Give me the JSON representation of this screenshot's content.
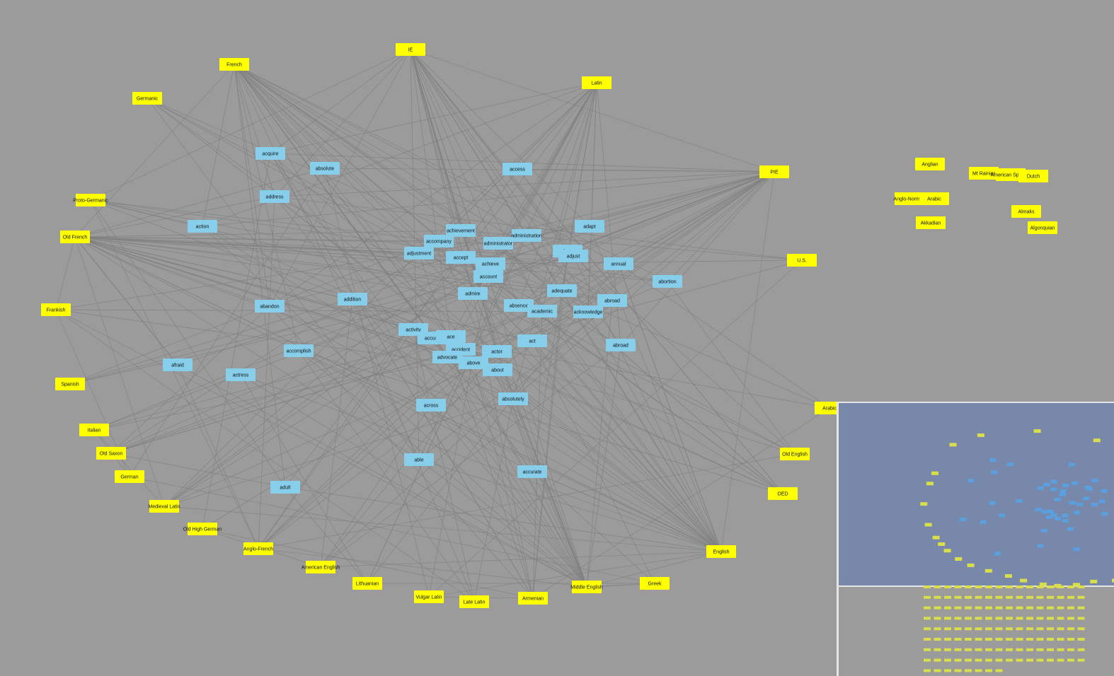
{
  "graph": {
    "colors": {
      "language_node": "#ffff00",
      "word_node": "#87ceeb",
      "edge": "#7f7f7f",
      "background": "#9b9b9b"
    },
    "languages": [
      "IE",
      "French",
      "Latin",
      "Germanic",
      "PIE",
      "Proto-Germanic",
      "Old French",
      "U.S.",
      "Frankish",
      "Spanish",
      "Italian",
      "Old Saxon",
      "German",
      "Medieval Latin",
      "Old High German",
      "Anglo-French",
      "American English",
      "Lithuanian",
      "Vulgar Latin",
      "Late Latin",
      "Armenian",
      "Middle English",
      "Greek",
      "English",
      "OED",
      "Old English",
      "Arabic"
    ],
    "isolated_languages": [
      "Anglian",
      "Mt Rainier",
      "American Spanish",
      "Dutch",
      "Anglo-Norman",
      "Arabic",
      "Akkadian",
      "Almaks",
      "Algonquian"
    ],
    "words": [
      "acquire",
      "absolute",
      "access",
      "address",
      "action",
      "achievement",
      "administration",
      "adapt",
      "accompany",
      "administrator",
      "adjustment",
      "accept",
      "achieve",
      "account",
      "abuse",
      "adjust",
      "annual",
      "abortion",
      "admire",
      "adequate",
      "addition",
      "absence",
      "academic",
      "abroad",
      "acknowledge",
      "abandon",
      "activity",
      "accuse",
      "ace",
      "accident",
      "act",
      "actor",
      "abroad2",
      "above",
      "afraid",
      "actress",
      "accomplish",
      "advocate",
      "about",
      "absolutely",
      "across",
      "able",
      "accurate",
      "adult"
    ]
  },
  "overview": {
    "label": "overview-panel"
  }
}
